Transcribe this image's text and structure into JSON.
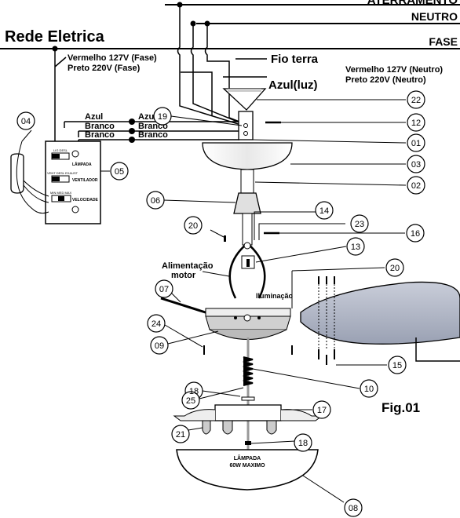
{
  "labels": {
    "aterramento": "ATERRAMENTO",
    "neutro": "NEUTRO",
    "rede_eletrica": "Rede Eletrica",
    "fase": "FASE",
    "vermelho_fase": "Vermelho 127V (Fase)",
    "preto_fase": "Preto 220V (Fase)",
    "fio_terra": "Fio terra",
    "vermelho_neutro": "Vermelho 127V (Neutro)",
    "preto_neutro": "Preto 220V (Neutro)",
    "azul_luz": "Azul(luz)",
    "azul_left": "Azul",
    "azul_right": "Azul",
    "branco1_left": "Branco",
    "branco1_right": "Branco",
    "branco2_left": "Branco",
    "branco2_right": "Branco",
    "alimentacao": "Alimentação",
    "motor": "motor",
    "iluminacao": "Iluminação",
    "fig": "Fig.01",
    "lampada_dome_1": "LÂMPADA",
    "lampada_dome_2": "60W MAXIMO"
  },
  "switch_box": {
    "lampada": "LÂMPADA",
    "ventilador": "VENTILADOR",
    "velocidade": "VELOCIDADE",
    "switch1_top": "LIG   DESL",
    "switch2_top": "VENT  DESL  EXAUST",
    "switch3_top": "MIN  MED  MAX"
  },
  "callouts": {
    "n22": "22",
    "n12": "12",
    "n01": "01",
    "n03": "03",
    "n02": "02",
    "n19": "19",
    "n04": "04",
    "n05": "05",
    "n06": "06",
    "n14": "14",
    "n20a": "20",
    "n23": "23",
    "n16": "16",
    "n13": "13",
    "n20b": "20",
    "n07": "07",
    "n24": "24",
    "n09": "09",
    "n15": "15",
    "n18a": "18",
    "n10": "10",
    "n25": "25",
    "n17": "17",
    "n21": "21",
    "n18b": "18",
    "n08": "08"
  }
}
